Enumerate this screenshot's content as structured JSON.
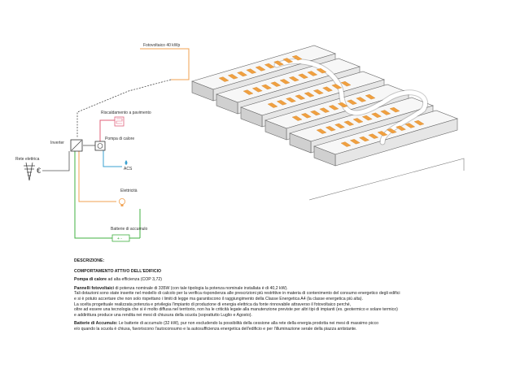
{
  "labels": {
    "pv": "Fotovoltaico 40 kWp",
    "heating": "Riscaldamento a pavimento",
    "heat_pump": "Pompa di calore",
    "inverter": "Inverter",
    "grid": "Rete elettrica",
    "acs": "ACS",
    "electricity": "Elettricità",
    "battery": "Batterie di accumulo",
    "euro": "€"
  },
  "description": {
    "heading": "DESCRIZIONE:",
    "subheading": "COMPORTAMENTO ATTIVO DELL'EDIFICIO",
    "hp_title": "Pompa di calore",
    "hp_text": " ad alta efficienza (COP 3,72)",
    "pv_title": "Pannelli fotovoltaici",
    "pv_text": " di potenza nominale di 335W (con tale tipologia la potenza nominale installata è di 40,2 kW).",
    "pv_lines": [
      "Tali dotazioni sono state inserite nel modello di calcolo per la verifica rispondenza alle prescrizioni più restrittive in materia di contenimento del consumo energetico degli edifici",
      "e si è potuto accertare che non solo rispettano i limiti di legge ma garantiscono il raggiungimento della Classe Energetica A4 (la classe energetica più alta).",
      "La scelta progettuale realizzata potenzia e privilegia l'impianto di produzione di energia elettrica da fonte rinnovabile attraverso il fotovoltaico perché,",
      "oltre ad essere una tecnologia che si è molto diffusa nel territorio, non ha le criticità legate alla manutenzione previste per altri tipi di impianti (es. geotermico e solare termico)",
      "e addirittura produce una rendita nei mesi di chiusura della scuola (soprattutto Luglio e Agosto)."
    ],
    "bat_title": "Batterie di Accumulo:",
    "bat_text": " Le batterie di accumulo (32 kW), pur non escludendo la possibilità della cessione alla rete della energia prodotta nei mesi di massimo picco",
    "bat_line2": "e/o quando la scuola è chiusa, favoriscono l'autoconsumo e la autosufficienza energetica dell'edificio e per l'illuminazione serale della piazza antistante."
  }
}
